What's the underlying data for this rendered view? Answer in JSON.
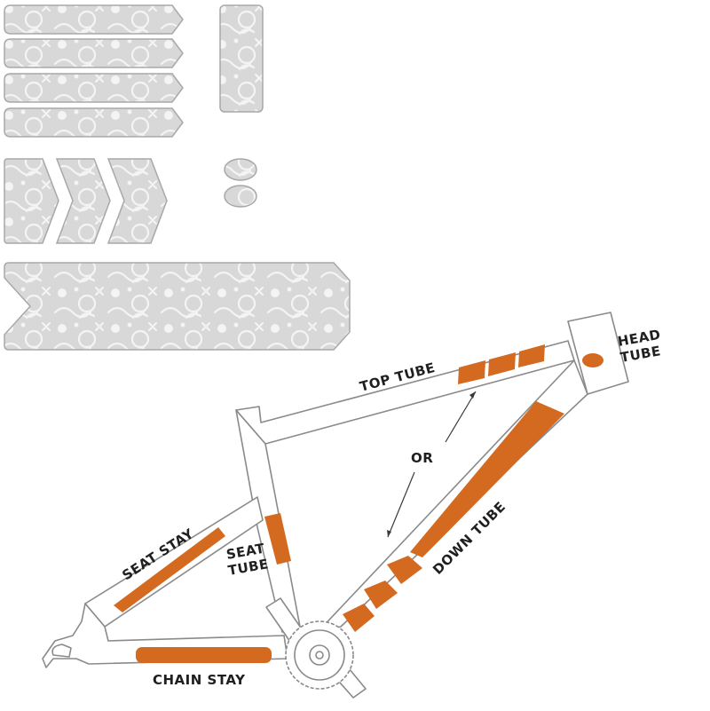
{
  "labels": {
    "head_tube_line1": "HEAD",
    "head_tube_line2": "TUBE",
    "top_tube": "TOP TUBE",
    "or": "OR",
    "down_tube": "DOWN TUBE",
    "seat_stay": "SEAT STAY",
    "seat_tube_line1": "SEAT",
    "seat_tube_line2": "TUBE",
    "chain_stay": "CHAIN STAY"
  },
  "colors": {
    "guard": "#d46a1f",
    "frame_outline": "#8a8a8a",
    "sticker_fill": "#d8d8d8",
    "sticker_pattern": "#f4f4f4"
  }
}
